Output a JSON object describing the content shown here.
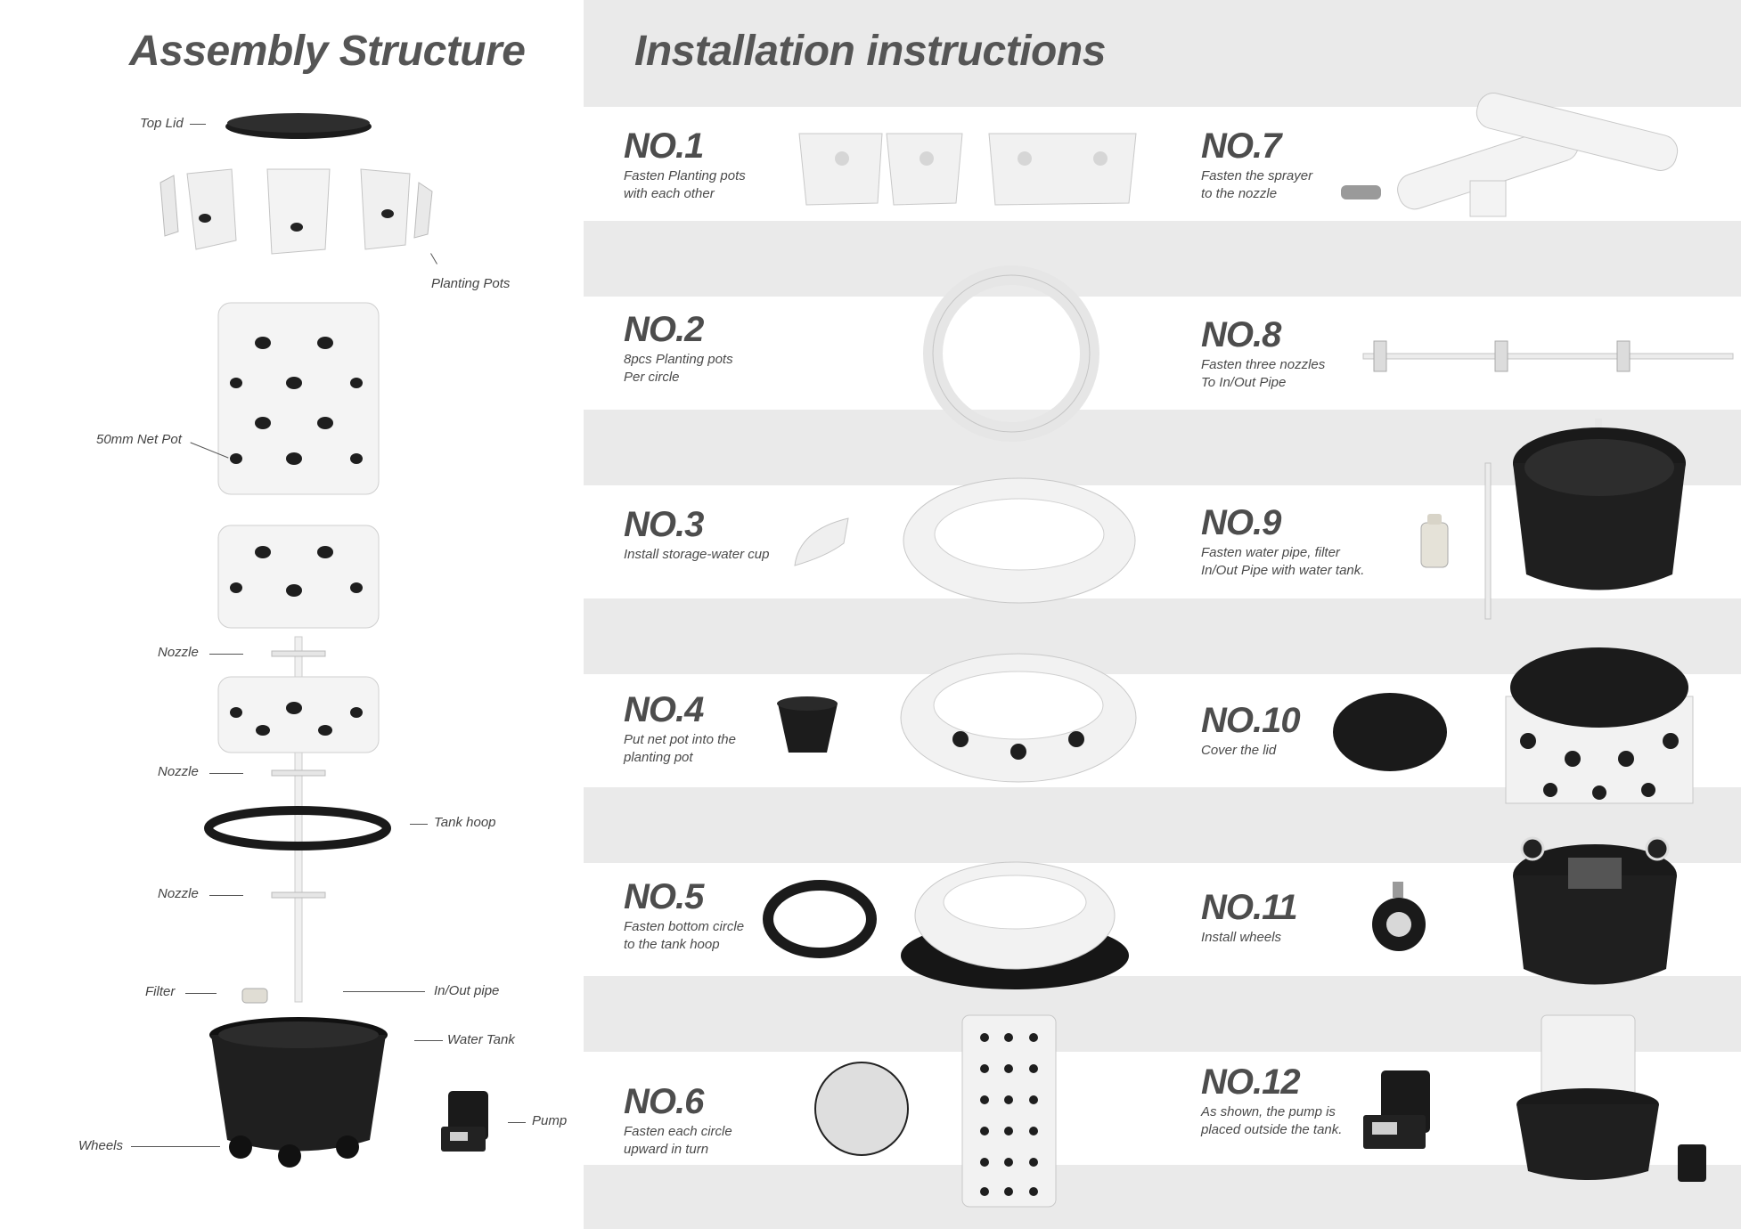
{
  "assembly": {
    "title": "Assembly Structure",
    "labels": {
      "top_lid": "Top Lid",
      "planting_pots": "Planting Pots",
      "net_pot": "50mm Net Pot",
      "nozzle_1": "Nozzle",
      "nozzle_2": "Nozzle",
      "tank_hoop": "Tank hoop",
      "nozzle_3": "Nozzle",
      "filter": "Filter",
      "inout_pipe": "In/Out pipe",
      "water_tank": "Water Tank",
      "pump": "Pump",
      "wheels": "Wheels"
    }
  },
  "installation": {
    "title": "Installation instructions",
    "steps": [
      {
        "num": "NO.1",
        "desc": [
          "Fasten Planting pots",
          "with each other"
        ]
      },
      {
        "num": "NO.2",
        "desc": [
          "8pcs Planting pots",
          "Per circle"
        ]
      },
      {
        "num": "NO.3",
        "desc": [
          "Install storage-water cup"
        ]
      },
      {
        "num": "NO.4",
        "desc": [
          "Put net pot into the",
          "planting pot"
        ]
      },
      {
        "num": "NO.5",
        "desc": [
          "Fasten bottom circle",
          "to the tank hoop"
        ]
      },
      {
        "num": "NO.6",
        "desc": [
          "Fasten each circle",
          "upward in turn"
        ]
      },
      {
        "num": "NO.7",
        "desc": [
          "Fasten the sprayer",
          "to the nozzle"
        ]
      },
      {
        "num": "NO.8",
        "desc": [
          "Fasten three nozzles",
          "To In/Out Pipe"
        ]
      },
      {
        "num": "NO.9",
        "desc": [
          "Fasten water pipe, filter",
          "In/Out Pipe with water tank."
        ]
      },
      {
        "num": "NO.10",
        "desc": [
          "Cover the lid"
        ]
      },
      {
        "num": "NO.11",
        "desc": [
          "Install wheels"
        ]
      },
      {
        "num": "NO.12",
        "desc": [
          "As shown, the pump is",
          "placed outside the tank."
        ]
      }
    ]
  },
  "colors": {
    "band": "#eaeaea",
    "heading": "#555555",
    "product_black": "#1a1a1a",
    "product_white": "#f2f2f2"
  }
}
